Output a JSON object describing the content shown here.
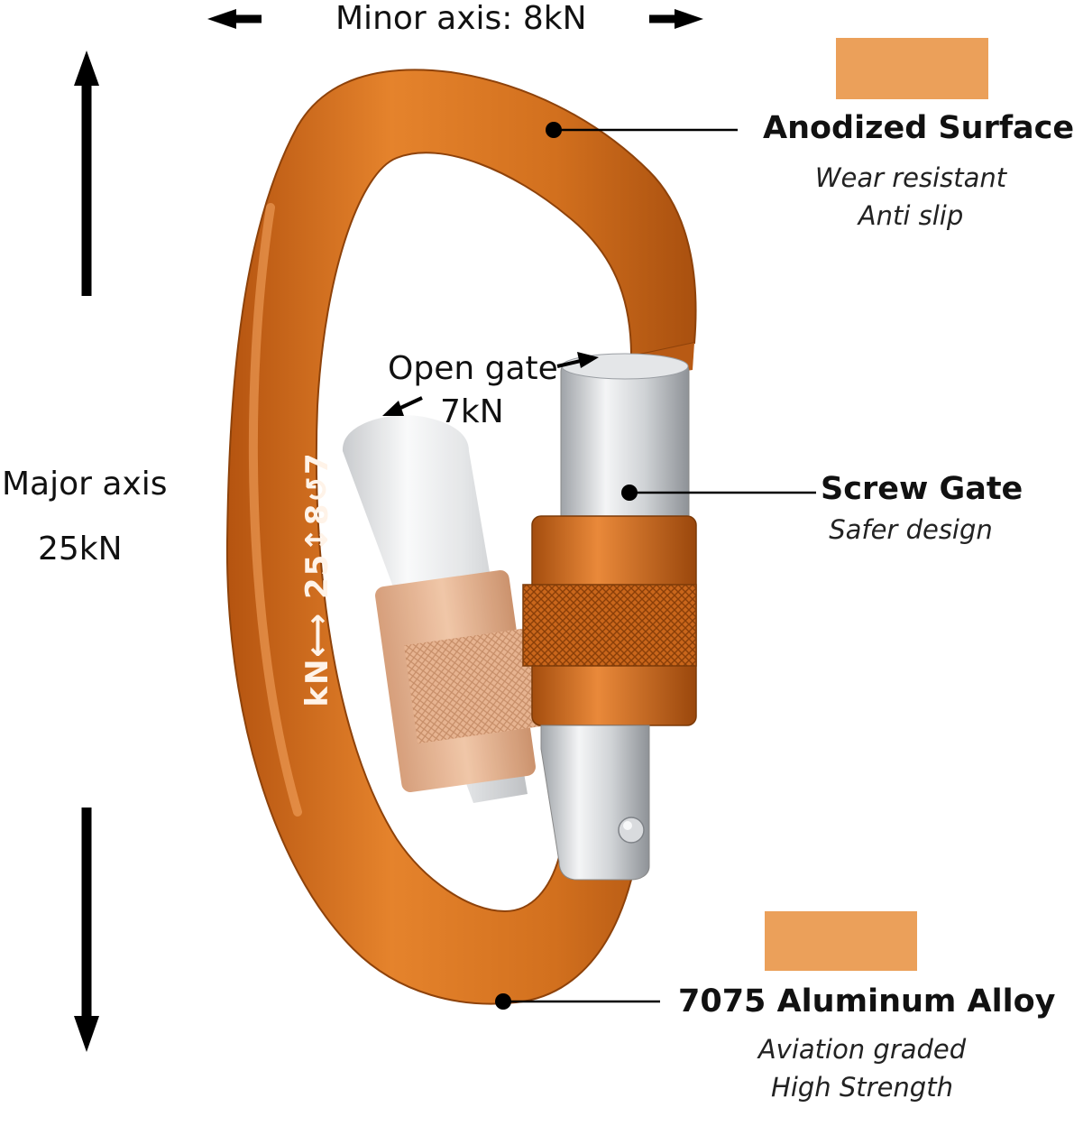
{
  "minor_axis": {
    "label": "Minor axis: 8kN"
  },
  "major_axis": {
    "line1": "Major axis",
    "line2": "25kN"
  },
  "open_gate": {
    "line1": "Open gate",
    "line2": "7kN"
  },
  "anodized": {
    "title": "Anodized Surface",
    "sub1": "Wear resistant",
    "sub2": "Anti slip"
  },
  "screw_gate": {
    "title": "Screw Gate",
    "sub1": "Safer design"
  },
  "alloy": {
    "title": "7075 Aluminum Alloy",
    "sub1": "Aviation graded",
    "sub2": "High Strength"
  },
  "spine_marking": "kN⟷ 25↕8↺7",
  "colors": {
    "swatch": "#EBA05A",
    "carabiner": "#D8731F",
    "carabiner_dark": "#B65A12",
    "gate_silver": "#D4D6D9"
  }
}
